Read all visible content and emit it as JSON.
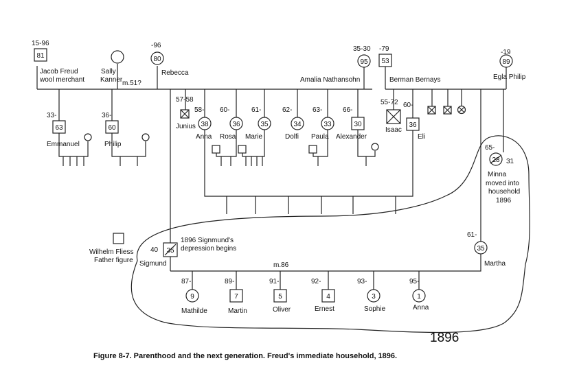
{
  "caption": "Figure 8-7. Parenthood and the next generation. Freud's immediate household, 1896.",
  "year_stamp": "1896",
  "people": {
    "jacob": {
      "dates": "15-96",
      "age": "81",
      "name1": "Jacob Freud",
      "name2": "wool merchant"
    },
    "sally": {
      "name1": "Sally",
      "name2": "Kanner"
    },
    "rebecca": {
      "dates": "-96",
      "age": "80",
      "name": "Rebecca"
    },
    "amalia": {
      "dates": "35-30",
      "age": "95",
      "name": "Amalia Nathansohn"
    },
    "berman": {
      "dates": "-79",
      "age": "53",
      "name": "Berman Bernays"
    },
    "egla": {
      "dates": "-19",
      "age": "89",
      "name": "Egla Philip"
    },
    "emmanuel": {
      "dates": "33-",
      "age": "63",
      "name": "Emmanuel"
    },
    "philip": {
      "dates": "36-",
      "age": "60",
      "name": "Philip"
    },
    "junius": {
      "dates": "57-58",
      "name": "Junius"
    },
    "anna_s": {
      "dates": "58-",
      "age": "38",
      "name": "Anna"
    },
    "rosa": {
      "dates": "60-",
      "age": "36",
      "name": "Rosa"
    },
    "marie": {
      "dates": "61-",
      "age": "35",
      "name": "Marie"
    },
    "dolfi": {
      "dates": "62-",
      "age": "34",
      "name": "Dolfi"
    },
    "paula": {
      "dates": "63-",
      "age": "33",
      "name": "Paula"
    },
    "alexander": {
      "dates": "66-",
      "age": "30",
      "name": "Alexander"
    },
    "isaac": {
      "dates": "55-72",
      "name": "Isaac"
    },
    "eli": {
      "dates": "60-",
      "age": "36",
      "name": "Eli"
    },
    "minna": {
      "dates": "65-",
      "age": "28",
      "age_note": "31",
      "name": "Minna",
      "note1": "moved into",
      "note2": "household",
      "note3": "1896"
    },
    "fliess": {
      "name1": "Wilhelm Fliess",
      "name2": "Father figure"
    },
    "sigmund": {
      "age_prefix": "40",
      "age": "35",
      "name": "Sigmund",
      "note1": "1896 Signmund's",
      "note2": "depression begins"
    },
    "martha": {
      "dates": "61-",
      "age": "35",
      "name": "Martha"
    },
    "mathilde": {
      "dates": "87-",
      "age": "9",
      "name": "Mathilde"
    },
    "martin": {
      "dates": "89-",
      "age": "7",
      "name": "Martin"
    },
    "oliver": {
      "dates": "91-",
      "age": "5",
      "name": "Oliver"
    },
    "ernest": {
      "dates": "92-",
      "age": "4",
      "name": "Ernest"
    },
    "sophie": {
      "dates": "93-",
      "age": "3",
      "name": "Sophie"
    },
    "anna": {
      "dates": "95-",
      "age": "1",
      "name": "Anna"
    }
  },
  "marriages": {
    "jacob_rebecca": "m.51?",
    "sigmund_martha": "m.86"
  }
}
